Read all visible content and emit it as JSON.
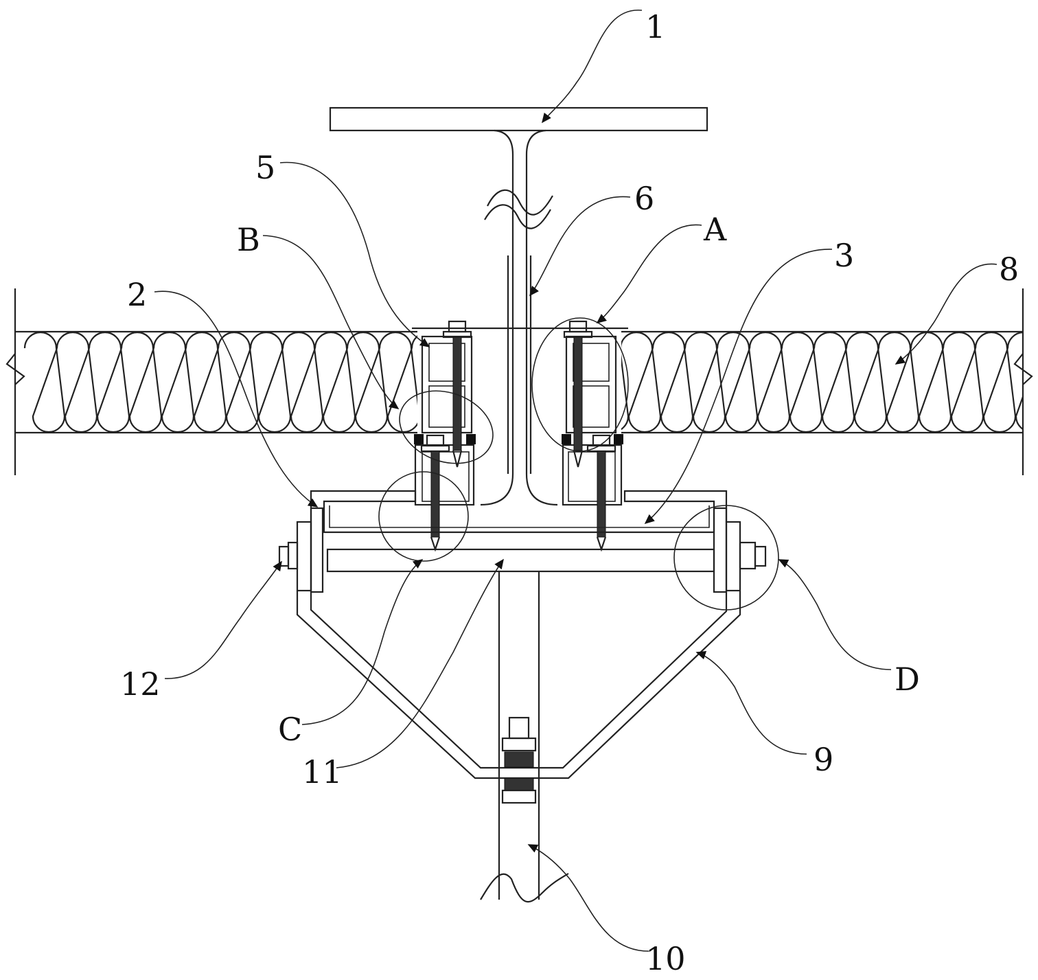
{
  "labels": {
    "l1": "1",
    "l2": "2",
    "l3": "3",
    "l5": "5",
    "l6": "6",
    "l8": "8",
    "l9": "9",
    "l10": "10",
    "l11": "11",
    "l12": "12",
    "lA": "A",
    "lB": "B",
    "lC": "C",
    "lD": "D"
  },
  "colors": {
    "line": "#222222",
    "background": "#ffffff"
  }
}
